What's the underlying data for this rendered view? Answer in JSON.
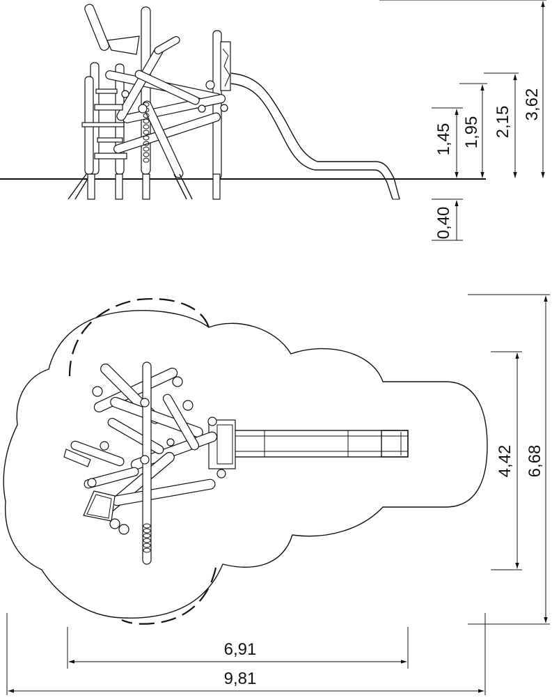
{
  "side_view": {
    "dimensions": {
      "h_145": "1,45",
      "h_195": "1,95",
      "h_215": "2,15",
      "h_362": "3,62",
      "d_040": "0,40"
    }
  },
  "top_view": {
    "dimensions": {
      "w_442": "4,42",
      "w_668": "6,68",
      "l_691": "6,91",
      "l_981": "9,81"
    }
  },
  "colors": {
    "line": "#111111",
    "background": "#ffffff"
  }
}
